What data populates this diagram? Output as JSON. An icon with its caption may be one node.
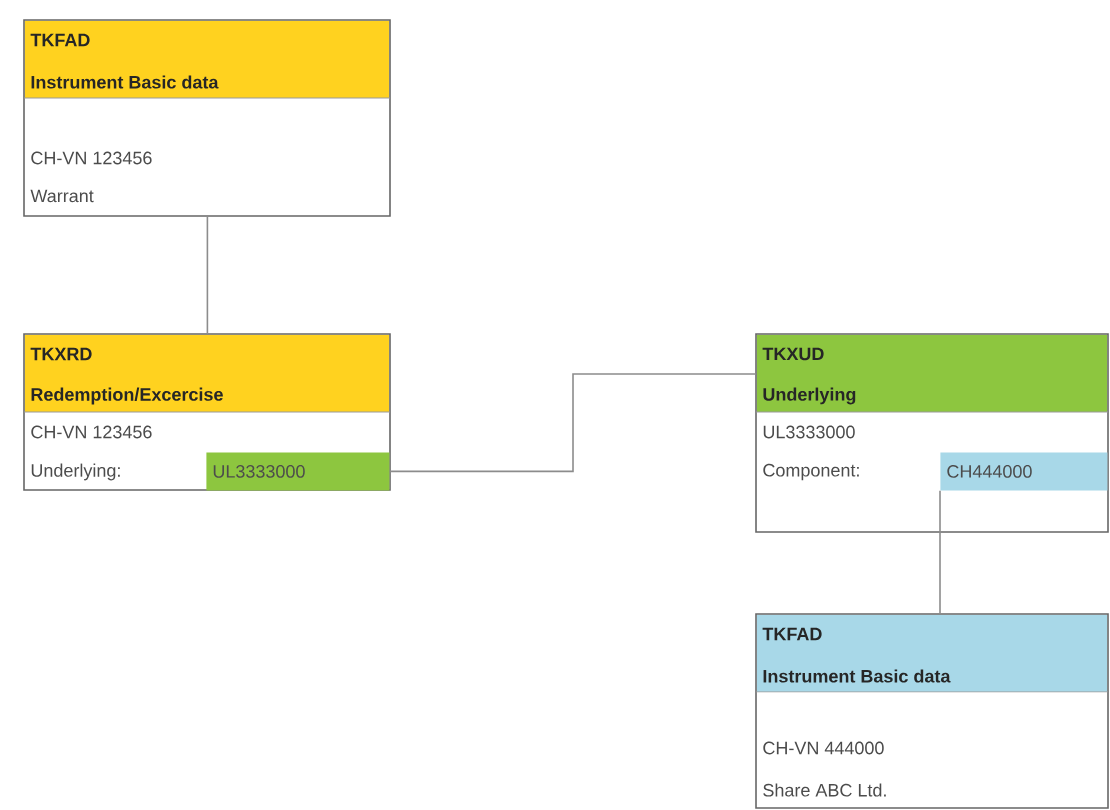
{
  "diagram": {
    "nodes": [
      {
        "text": [
          "TKFAD",
          "Instrument Basic data",
          "CH-VN 123456",
          "Warrant"
        ]
      },
      {
        "text": [
          "TKXRD",
          "Redemption/Excercise",
          "CH-VN 123456",
          "Underlying:"
        ]
      },
      {
        "text": [
          "UL3333000"
        ],
        "in": 1
      },
      {
        "text": [
          "TKXUD",
          "Underlying",
          "UL3333000",
          "Component:"
        ]
      },
      {
        "text": [
          "CH444000"
        ],
        "in": 3
      },
      {
        "text": [
          "TKFAD",
          "Instrument Basic data",
          "CH-VN 444000",
          "Share ABC Ltd."
        ]
      }
    ],
    "edges": [
      {
        "from": 0,
        "to": 1,
        "arrow": "none"
      },
      {
        "from": 2,
        "to": 3,
        "arrow": "none"
      },
      {
        "from": 4,
        "to": 5,
        "arrow": "none"
      }
    ]
  }
}
